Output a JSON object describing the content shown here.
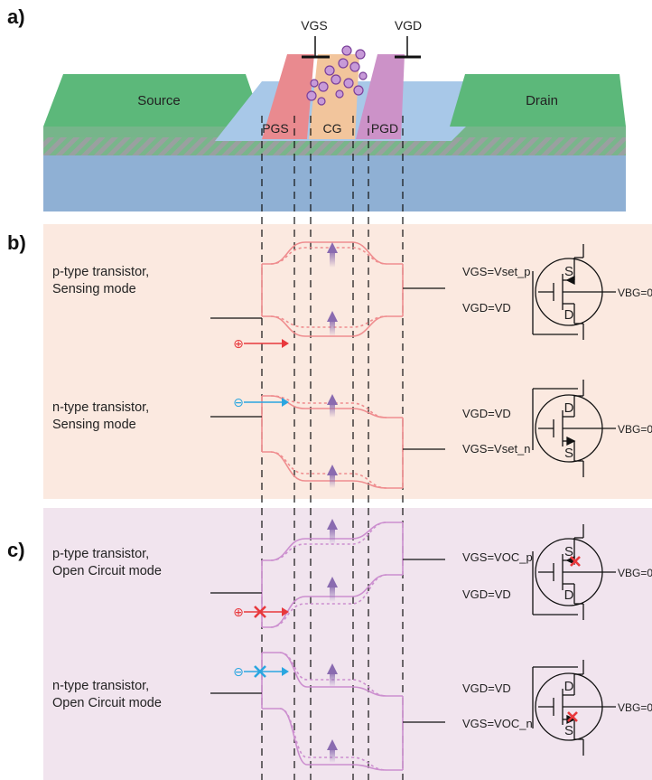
{
  "panels": {
    "a": "a)",
    "b": "b)",
    "c": "c)"
  },
  "device": {
    "source": "Source",
    "drain": "Drain",
    "pgs": "PGS",
    "cg": "CG",
    "pgd": "PGD",
    "vgs": "VGS",
    "vgd": "VGD"
  },
  "rows": [
    {
      "line1": "p-type transistor,",
      "line2": "Sensing mode"
    },
    {
      "line1": "n-type transistor,",
      "line2": "Sensing mode"
    },
    {
      "line1": "p-type transistor,",
      "line2": "Open Circuit mode"
    },
    {
      "line1": "n-type transistor,",
      "line2": "Open Circuit mode"
    }
  ],
  "bias": {
    "b_p_vgs": "VGS=Vset_p",
    "b_p_vgd": "VGD=VD",
    "b_n_vgd": "VGD=VD",
    "b_n_vgs": "VGS=Vset_n",
    "c_p_vgs": "VGS=VOC_p",
    "c_p_vgd": "VGD=VD",
    "c_n_vgd": "VGD=VD",
    "c_n_vgs": "VGS=VOC_n",
    "vbg": "VBG=0"
  },
  "symbols": {
    "s": "S",
    "d": "D"
  },
  "carriers": {
    "hole": "⊕",
    "electron": "⊖"
  },
  "colors": {
    "source_green": "#5cb87a",
    "channel_blue": "#a8c8e8",
    "pgs_red": "#e98a8f",
    "cg_orange": "#f2c59c",
    "pgd_purple": "#cc92c8",
    "substrate_blue": "#8fb0d4",
    "panel_b_bg": "#fbe9e0",
    "panel_c_bg": "#f1e4ee",
    "band_b": "#ef8d8f",
    "band_c": "#cc8fcf",
    "hole_red": "#e8383c",
    "electron_blue": "#2aa6e0",
    "arrow_purple": "#8a6bb0"
  }
}
